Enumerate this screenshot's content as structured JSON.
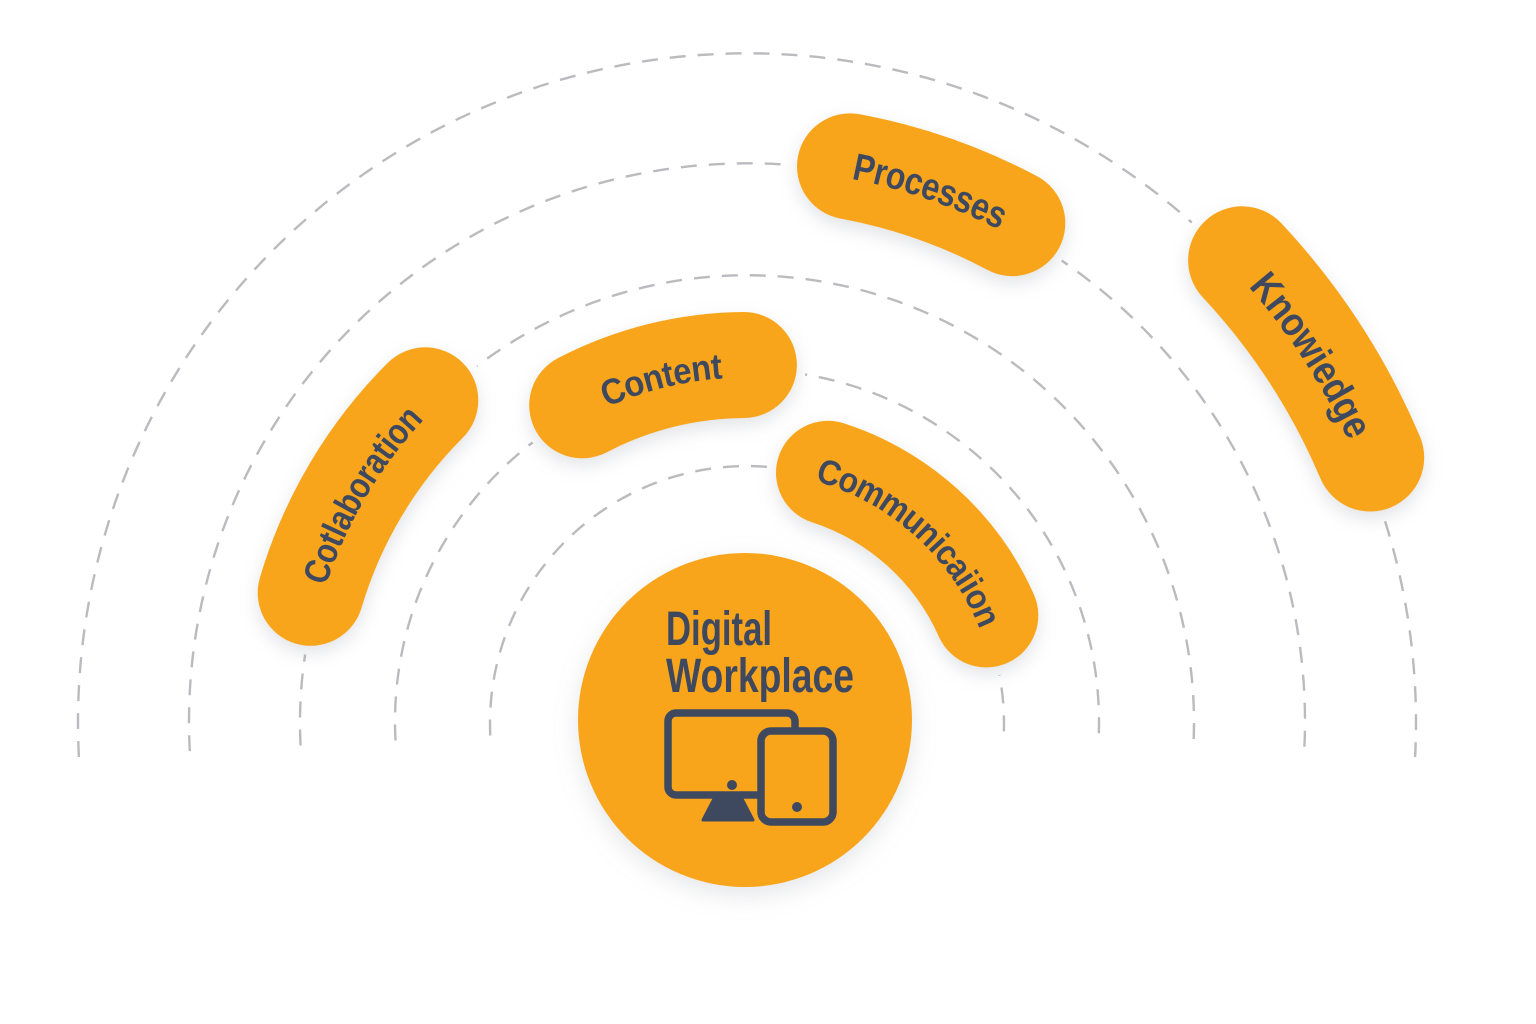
{
  "diagram": {
    "type": "orbital-diagram",
    "center": {
      "title_line1": "Digital",
      "title_line2": "Workplace",
      "icon": "devices-icon"
    },
    "satellites": [
      {
        "label": "Communicaiion",
        "ring": 1
      },
      {
        "label": "Content",
        "ring": 2
      },
      {
        "label": "Cotlaboration",
        "ring": 3
      },
      {
        "label": "Processes",
        "ring": 4
      },
      {
        "label": "Knowiedge",
        "ring": 5
      }
    ],
    "rings_count": 5,
    "colors": {
      "accent": "#F9A51C",
      "text": "#3E4960",
      "ring": "#BBBBBF",
      "background": "#FFFFFF"
    }
  }
}
